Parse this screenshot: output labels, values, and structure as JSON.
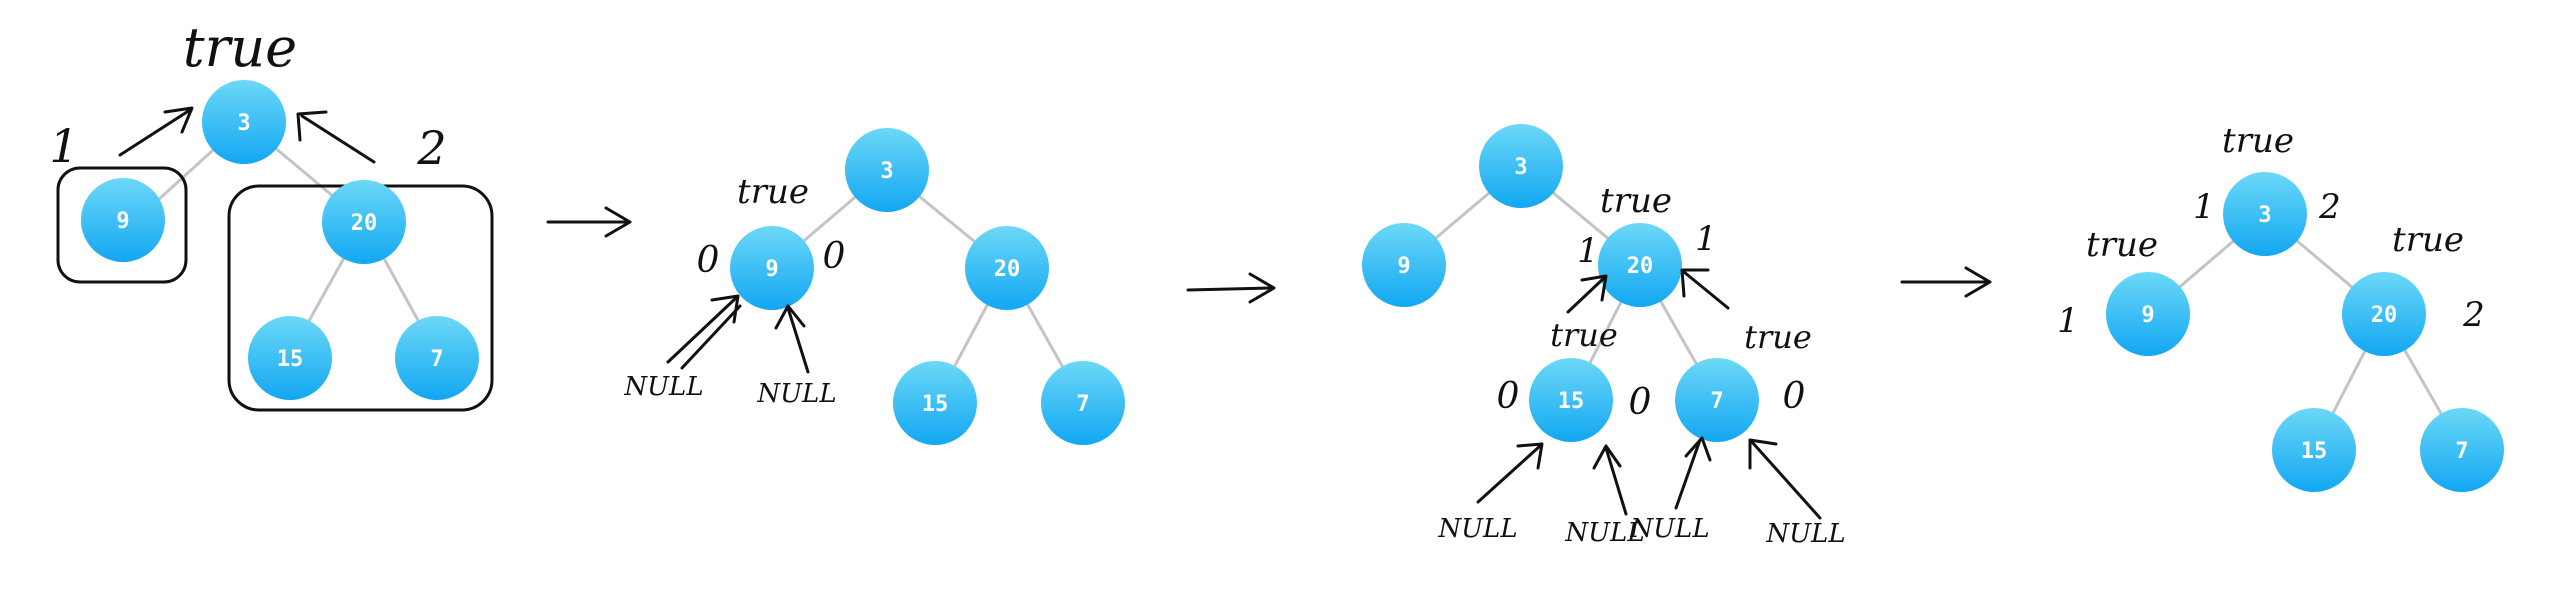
{
  "diagram": {
    "node_colors": {
      "top": "#6cd8f7",
      "bottom": "#12a7f2"
    },
    "panel1": {
      "nodes": [
        "3",
        "9",
        "20",
        "15",
        "7"
      ],
      "result": "true",
      "left_height": "1",
      "right_height": "2"
    },
    "panel2": {
      "nodes": [
        "3",
        "9",
        "20",
        "15",
        "7"
      ],
      "result": "true",
      "left_height": "0",
      "right_height": "0",
      "null_left": "NULL",
      "null_right": "NULL"
    },
    "panel3": {
      "nodes": [
        "3",
        "9",
        "20",
        "15",
        "7"
      ],
      "node20_result": "true",
      "node20_left": "1",
      "node20_right": "1",
      "node15_result": "true",
      "node15_left": "0",
      "node15_right": "0",
      "node7_result": "true",
      "node7_right": "0",
      "null_labels": [
        "NULL",
        "NULL",
        "NULL",
        "NULL"
      ]
    },
    "panel4": {
      "nodes": [
        "3",
        "9",
        "20",
        "15",
        "7"
      ],
      "root_result": "true",
      "root_left": "1",
      "root_right": "2",
      "node9_result": "true",
      "node9_height": "1",
      "node20_result": "true",
      "node20_height": "2"
    }
  }
}
